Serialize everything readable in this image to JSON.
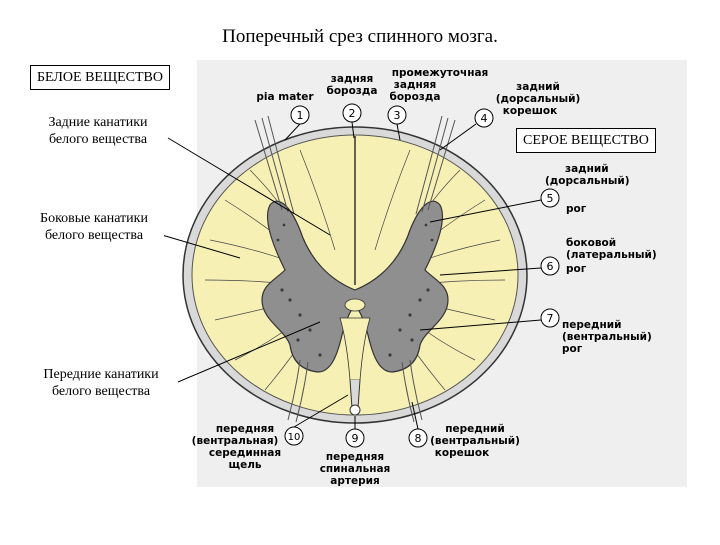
{
  "title": "Поперечный срез спинного мозга.",
  "white_matter_box": "БЕЛОЕ ВЕЩЕСТВО",
  "gray_matter_box": "СЕРОЕ ВЕЩЕСТВО",
  "left_labels": [
    {
      "line1": "Задние канатики",
      "line2": "белого вещества"
    },
    {
      "line1": "Боковые канатики",
      "line2": "белого вещества"
    },
    {
      "line1": "Передние канатики",
      "line2": "белого вещества"
    }
  ],
  "top_labels": {
    "pia": "pia mater",
    "posterior_sulcus": [
      "задняя",
      "борозда"
    ],
    "intermediate_sulcus": [
      "промежуточная",
      "задняя",
      "борозда"
    ],
    "posterior_root": [
      "задний",
      "(дорсальный)",
      "корешок"
    ]
  },
  "right_labels": {
    "posterior_horn": [
      "задний",
      "(дорсальный)",
      "рог"
    ],
    "lateral_horn": [
      "боковой",
      "(латеральный)",
      "рог"
    ],
    "anterior_horn": [
      "передний",
      "(вентральный)",
      "рог"
    ]
  },
  "bottom_labels": {
    "fissure": [
      "передняя",
      "(вентральная)",
      "серединная",
      "щель"
    ],
    "artery": [
      "передняя",
      "спинальная",
      "артерия"
    ],
    "anterior_root": [
      "передний",
      "(вентральный)",
      "корешок"
    ]
  },
  "markers": [
    "1",
    "2",
    "3",
    "4",
    "5",
    "6",
    "7",
    "8",
    "9",
    "10"
  ],
  "colors": {
    "white_matter": "#f6f0b4",
    "gray_matter": "#8f8f8f",
    "pia": "#d8d8d8",
    "panel": "#efefef"
  }
}
